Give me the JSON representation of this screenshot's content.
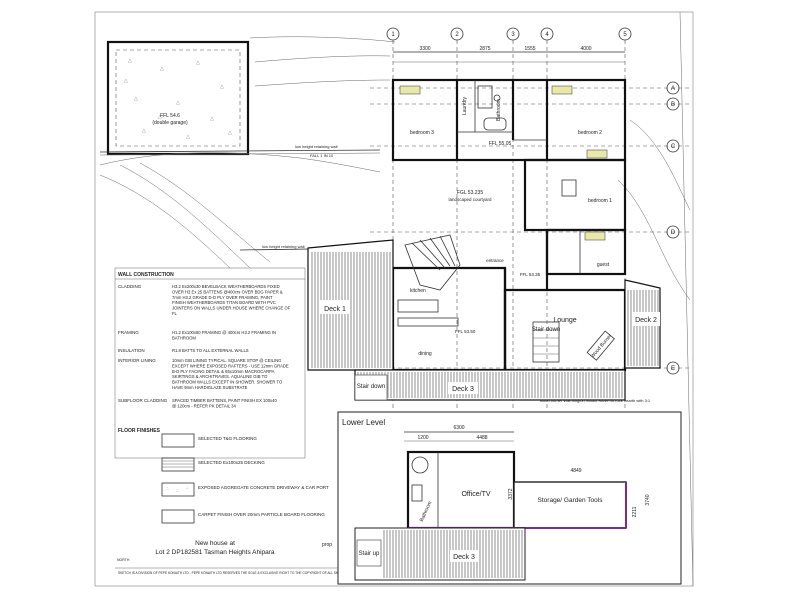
{
  "grid_labels": [
    "1",
    "2",
    "3",
    "4",
    "5",
    "A",
    "B",
    "C",
    "D",
    "E"
  ],
  "dimensions_top": [
    "3300",
    "2875",
    "1555",
    "4000"
  ],
  "rooms": {
    "laundry": "Laundry",
    "bathroom": "Bathroom",
    "bedroom3": "bedroom 3",
    "bedroom2": "bedroom 2",
    "bedroom1": "bedroom 1",
    "guest_wc": "guest",
    "garage": "(double garage)",
    "kitchen": "kitchen",
    "dining": "dining",
    "lounge": "Lounge",
    "stair_down_1": "Stair down",
    "stair_down_2": "Stair down",
    "wood_burner": "Wood Burner",
    "deck1": "Deck 1",
    "deck2": "Deck 2",
    "deck3": "Deck 3",
    "courtyard": "landscaped courtyard",
    "entrance": "entrance"
  },
  "levels": {
    "ffl_main": "FFL 55.05",
    "fgl": "FGL 53.235",
    "ffl_garage": "FFL 54.6",
    "fall": "FALL 1 IN 10",
    "retaining": "low height retaining wall"
  },
  "wall_construction": {
    "title": "WALL CONSTRUCTION",
    "rows": [
      {
        "label": "CLADDING",
        "text": "H3.2 Ex200x30 BEVELBACK WEATHERBOARDS FIXED OVER H3 Ex 25 BATTENS @400crs OVER BDG PAPER & 7mm H3.2 GRADE D-D PLY OVER FRAMING, PAINT FINISH WEATHERBOARDS TITAN BOARD WITH PVC JOINTERS ON WALLS UNDER HOUSE WHERE CHANGE OF FL"
      },
      {
        "label": "FRAMING",
        "text": "H1.2 Ex100x50 FRAMING @ 400crs H3.2 FRAMING IN BATHROOM"
      },
      {
        "label": "INSULATION",
        "text": "R1.8 BATTS TO ALL EXTERNAL WALLS"
      },
      {
        "label": "INTERIOR LINING",
        "text": "10mm GIB LINING TYPICAL. SQUARE STOP @ CEILING EXCEPT WHERE EXPOSED RAFTERS - USE 12mm GRADE B-D PLY FACING DETAIL & 65x10mm MACROCARPA SKIRTINGS & ARCHITRAVES. AQUALINE GIB TO BATHROOM WALLS EXCEPT IN SHOWER. SHOWER TO HAVE 9mm HARDIGLAZE SUBSTRATE"
      },
      {
        "label": "SUBFLOOR CLADDING",
        "text": "SPACED TIMBER BATTENS, PAINT FINISH EX 100x40 @ 120crs - REFER PK DETAIL 34"
      }
    ]
  },
  "floor_finishes": {
    "title": "FLOOR FINISHES",
    "items": [
      "SELECTED T&G FLOORING",
      "SELECTED Ex100x25 DECKING",
      "EXPOSED AGGREGATE CONCRETE DRIVEWAY & CAR PORT",
      "CARPET FINISH OVER 20mm PARTICLE BOARD FLOORING"
    ]
  },
  "title_block": {
    "line1": "New house at",
    "line2": "Lot 2 DP182581 Tasman Heights Ahipara",
    "north": "NORTH",
    "footer": "SKETCH IS A DIVISION OF PEPE KONAITH LTD - PEPE KONAITH LTD RESERVES THE SOLE & EXCLUSIVE RIGHT TO THE COPYRIGHT OF ALL SKETCH PLANS ETC"
  },
  "lower_level": {
    "title": "Lower Level",
    "dim_overall": "6300",
    "dim_a": "1200",
    "dim_b": "4488",
    "dim_c": "4849",
    "dim_d": "3372",
    "dim_e": "3740",
    "dim_f": "2211",
    "office": "Office/TV",
    "storage": "Storage/ Garden Tools",
    "bathroom": "Bathroom",
    "stair_up": "Stair up",
    "deck3": "Deck 3"
  },
  "misc_labels": {
    "prop": "prop",
    "wood_burner_note": "wood burner Warmington Studio Stove no rock hearth with 3:1",
    "ffl_5335": "FFL 53.35",
    "ffl_5350": "FFL 53.50"
  }
}
